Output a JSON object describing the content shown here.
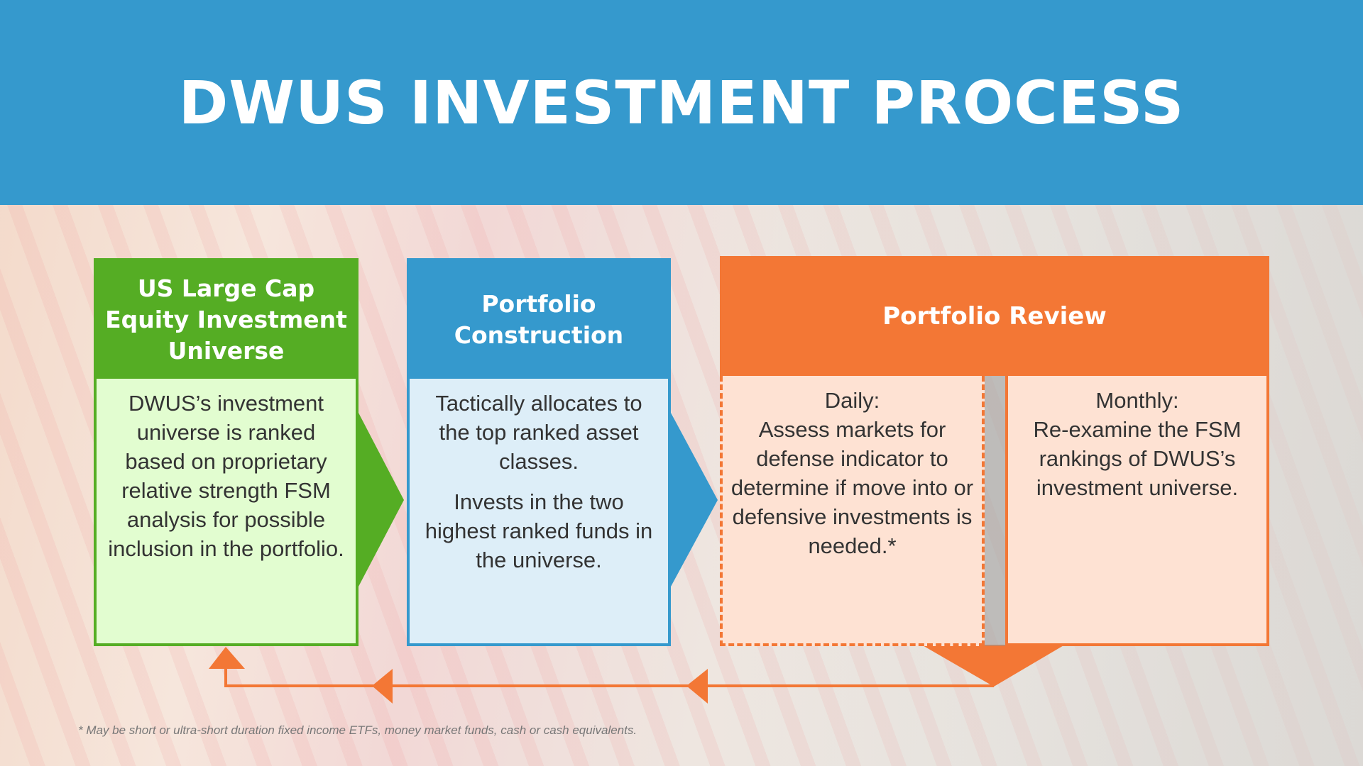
{
  "title": "DWUS INVESTMENT PROCESS",
  "steps": [
    {
      "heading": "US Large Cap Equity Investment Universe",
      "body": [
        "DWUS’s investment universe is ranked based on proprietary relative strength FSM analysis for possible inclusion in the portfolio."
      ]
    },
    {
      "heading": "Portfolio Construction",
      "body": [
        "Tactically allocates to the top ranked asset classes.",
        "Invests in the two highest ranked funds in the universe."
      ]
    },
    {
      "heading": "Portfolio Review",
      "daily": {
        "label": "Daily:",
        "text": "Assess markets for defense indicator to determine if move into or defensive investments is needed.*"
      },
      "monthly": {
        "label": "Monthly:",
        "text": "Re-examine the FSM rankings of DWUS’s investment universe."
      }
    }
  ],
  "footnote": "* May be short or ultra-short duration fixed income ETFs, money market funds, cash or cash equivalents.",
  "colors": {
    "header": "#3599cd",
    "green": "#55ad24",
    "blue": "#3599cd",
    "orange": "#f37735"
  }
}
